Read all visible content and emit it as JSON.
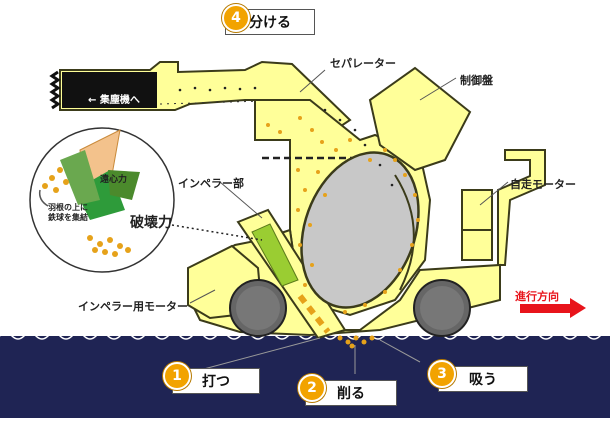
{
  "labels": {
    "separator": "セパレーター",
    "control_panel": "制御盤",
    "self_motor": "自走モーター",
    "impeller_part": "インペラー部",
    "impeller_motor": "インペラー用モーター",
    "direction": "進行方向",
    "to_collector": "← 集塵機へ"
  },
  "inset": {
    "centrifugal": "遠心力",
    "destructive": "破壊力",
    "gather_line1": "羽根の上に",
    "gather_line2": "鉄球を集結"
  },
  "steps": [
    {
      "num": "1",
      "label": "打つ"
    },
    {
      "num": "2",
      "label": "削る"
    },
    {
      "num": "3",
      "label": "吸う"
    },
    {
      "num": "4",
      "label": "分ける"
    }
  ],
  "colors": {
    "body": "#ffff99",
    "outline": "#3b3b1a",
    "floor": "#1f2454",
    "drum": "#c8c8c8",
    "shot": "#e6a21a",
    "impeller": "#9acd32",
    "step_badge": "#f2a300",
    "arrow": "#e8141b"
  }
}
